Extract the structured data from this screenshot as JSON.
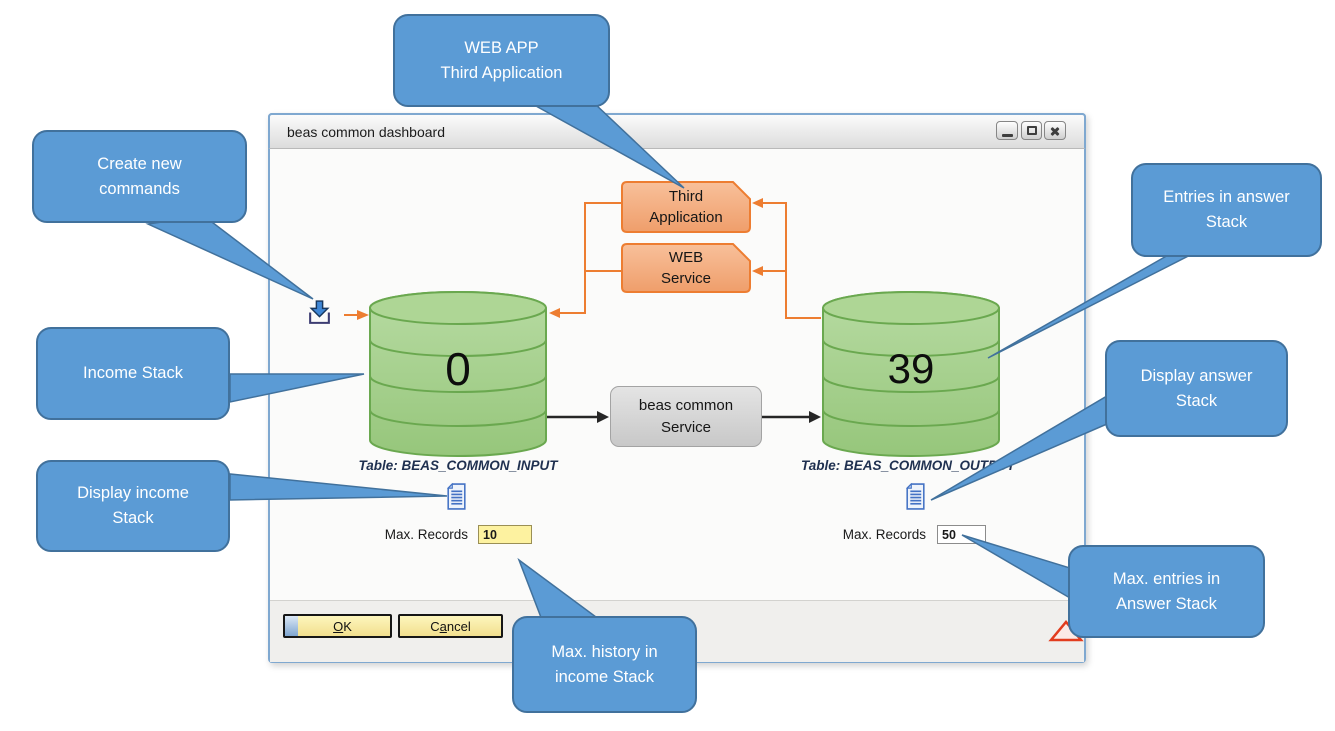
{
  "window": {
    "title": "beas common dashboard",
    "buttons": {
      "ok_accel": "O",
      "ok_rest": "K",
      "cancel_pre": "C",
      "cancel_accel": "a",
      "cancel_rest": "ncel"
    }
  },
  "diagram": {
    "third_application_label": "Third\nApplication",
    "web_service_label": "WEB\nService",
    "service_label": "beas common\nService",
    "income_stack": {
      "count": "0",
      "table": "Table: BEAS_COMMON_INPUT",
      "max_records_label": "Max. Records",
      "max_records_value": "10"
    },
    "answer_stack": {
      "count": "39",
      "table": "Table: BEAS_COMMON_OUTPUT",
      "max_records_label": "Max. Records",
      "max_records_value": "50"
    }
  },
  "callouts": {
    "web_app": {
      "text": "WEB APP\nThird Application"
    },
    "create_new_commands": {
      "text": "Create new\ncommands"
    },
    "income_stack": {
      "text": "Income Stack"
    },
    "display_income_stack": {
      "text": "Display income\nStack"
    },
    "entries_in_answer_stack": {
      "text": "Entries in answer\nStack"
    },
    "display_answer_stack": {
      "text": "Display answer\nStack"
    },
    "max_entries_answer_stack": {
      "text": "Max. entries in\nAnswer Stack"
    },
    "max_history_income_stack": {
      "text": "Max. history in\nincome Stack"
    }
  },
  "colors": {
    "callout_fill": "#5b9bd5",
    "callout_border": "#41719c",
    "orange_fill": "#f4b183",
    "orange_border": "#ed7d31",
    "green_fill": "#a9d18e",
    "green_border": "#6aa84f",
    "gray_fill": "#d9d9d9",
    "button_yellow": "#f9eca6"
  }
}
